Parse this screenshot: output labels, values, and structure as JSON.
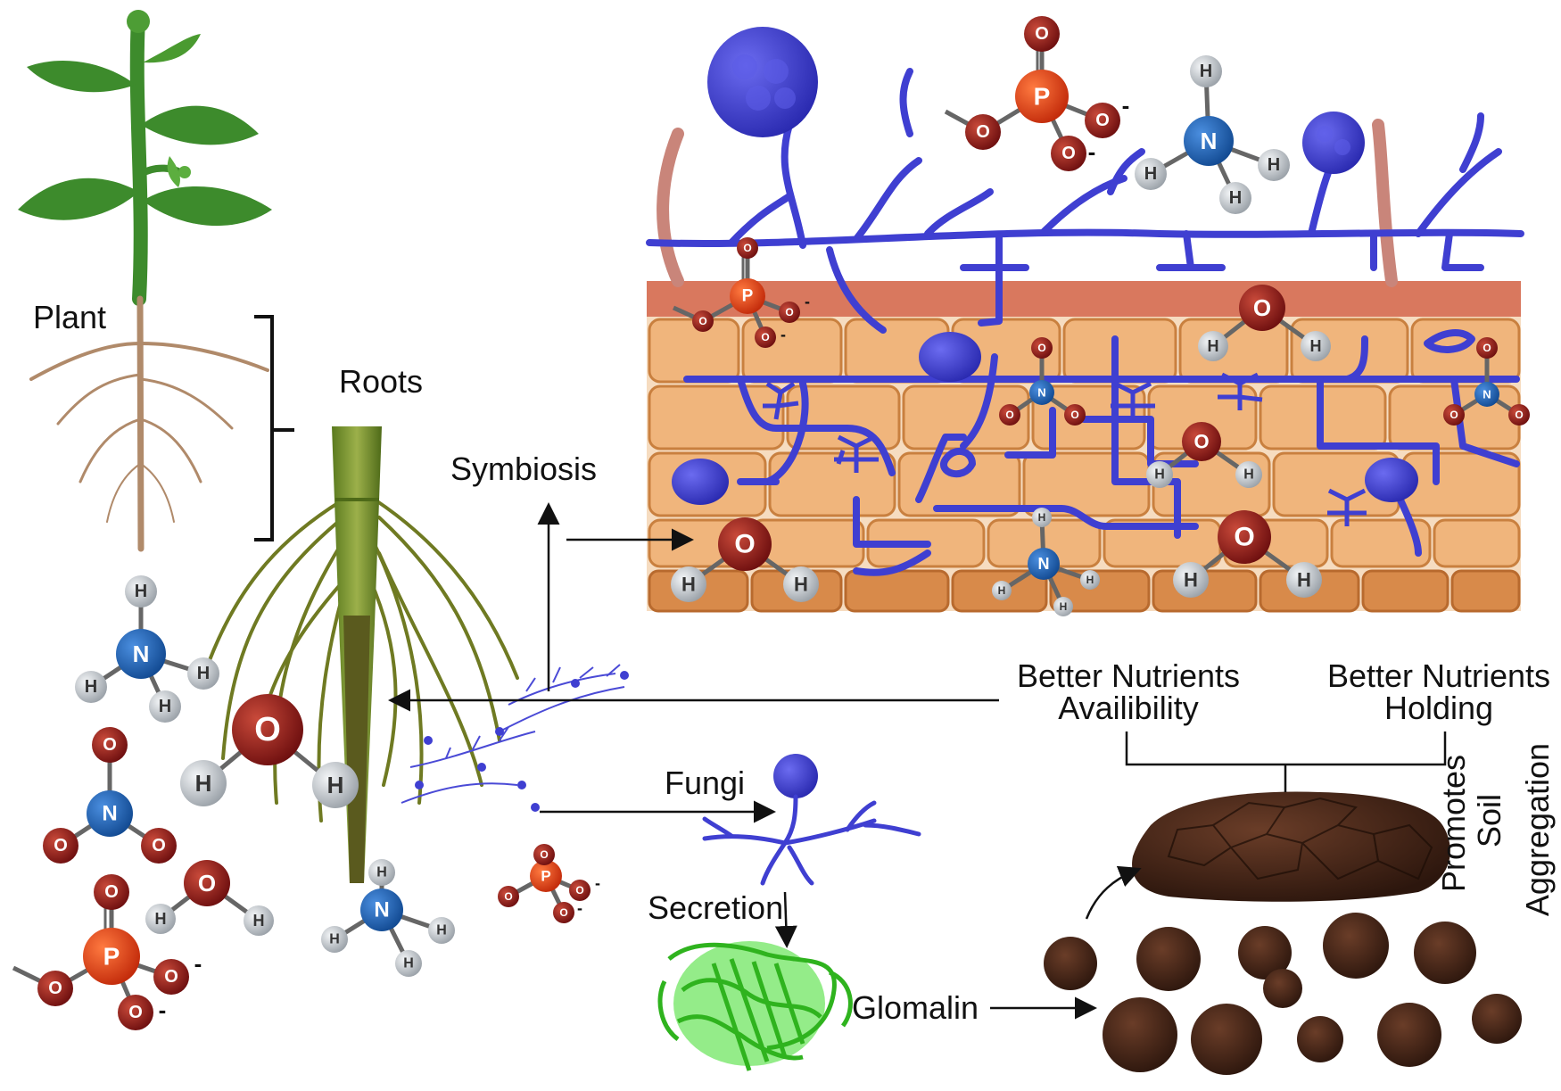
{
  "labels": {
    "plant": "Plant",
    "roots": "Roots",
    "symbiosis": "Symbiosis",
    "fungi": "Fungi",
    "secretion": "Secretion",
    "glomalin": "Glomalin",
    "availability_1": "Better Nutrients",
    "availability_2": "Availibility",
    "holding_1": "Better Nutrients",
    "holding_2": "Holding",
    "aggregation_1": "Promotes",
    "aggregation_2": "Soil",
    "aggregation_3": "Aggregation"
  },
  "atoms": {
    "hydrogen": "H",
    "oxygen": "O",
    "nitrogen": "N",
    "phosphorus": "P",
    "minus": "-"
  },
  "colors": {
    "plant_green": "#3d8b2c",
    "root_brown": "#8b6a3c",
    "fungal_hyphae": "#3f3fd1",
    "root_cell": "#f0b57c",
    "cell_outline": "#c9803f",
    "cortex_top": "#d9785e",
    "glomalin_green": "#3ddc28",
    "soil_aggregate": "#4a2a1c",
    "oxygen_atom": "#8b1a1a",
    "nitrogen_atom": "#1e5fb5",
    "phosphorus_atom": "#e8401b",
    "hydrogen_atom": "#d0d4d8"
  }
}
